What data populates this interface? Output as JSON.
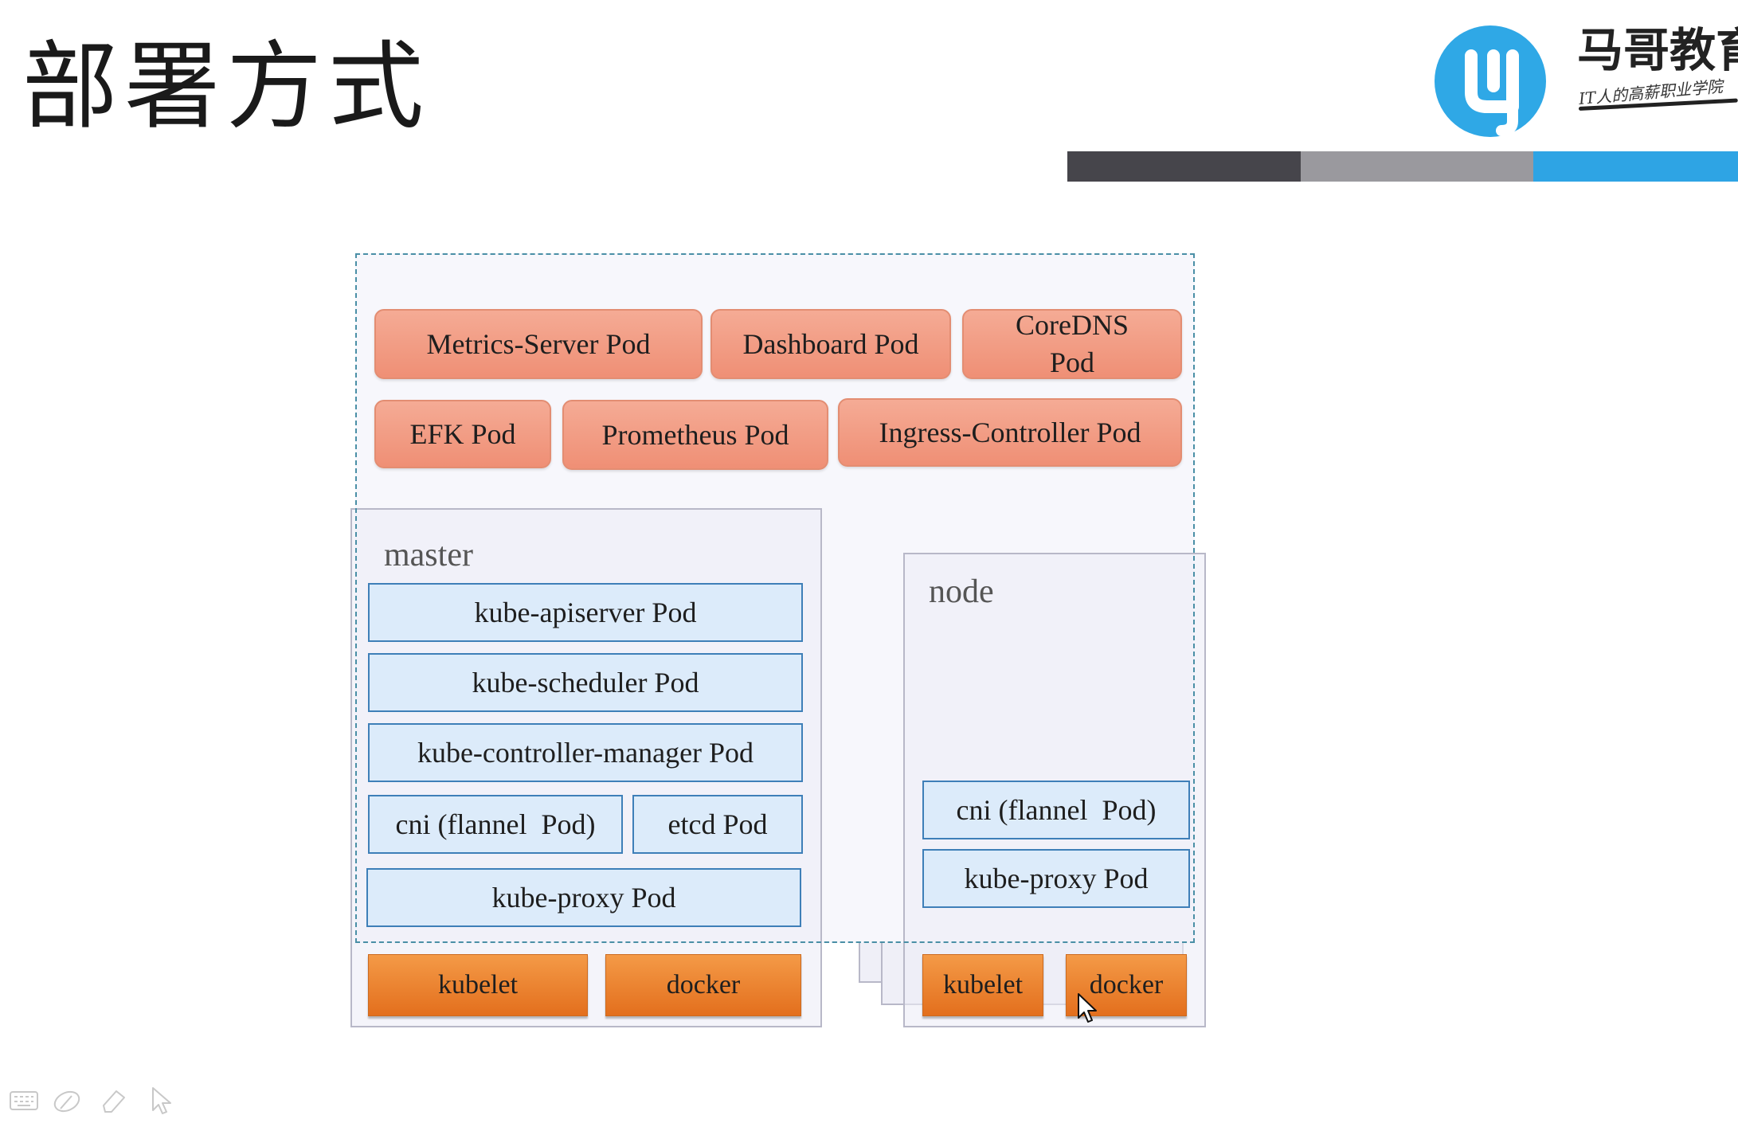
{
  "slide": {
    "title": "部署方式"
  },
  "brand": {
    "name": "马哥教育",
    "slogan": "IT人的高薪职业学院",
    "logo_icon": "mage-logo-icon",
    "colors": {
      "logo_blue": "#2fa8e6",
      "stripe_dark": "#46454b",
      "stripe_gray": "#9a999e",
      "stripe_blue": "#2ea4e4"
    }
  },
  "diagram": {
    "addon_pods": [
      "Metrics-Server Pod",
      "Dashboard Pod",
      "CoreDNS Pod",
      "EFK Pod",
      "Prometheus Pod",
      "Ingress-Controller Pod"
    ],
    "master": {
      "label": "master",
      "pods": [
        "kube-apiserver Pod",
        "kube-scheduler Pod",
        "kube-controller-manager Pod",
        "cni (flannel  Pod)",
        "etcd Pod",
        "kube-proxy Pod"
      ],
      "runtime": [
        "kubelet",
        "docker"
      ]
    },
    "node": {
      "label": "node",
      "pods": [
        "cni (flannel  Pod)",
        "kube-proxy Pod"
      ],
      "runtime": [
        "kubelet",
        "docker"
      ]
    },
    "colors": {
      "addon_fill": "#f29f87",
      "component_fill": "#dcebfa",
      "component_border": "#3e7fb8",
      "runtime_fill": "#ec8232",
      "dashed_border": "#4a8fa6"
    }
  },
  "toolbar": {
    "icons": [
      "keyboard-icon",
      "pen-icon",
      "eraser-icon",
      "pointer-icon"
    ]
  }
}
